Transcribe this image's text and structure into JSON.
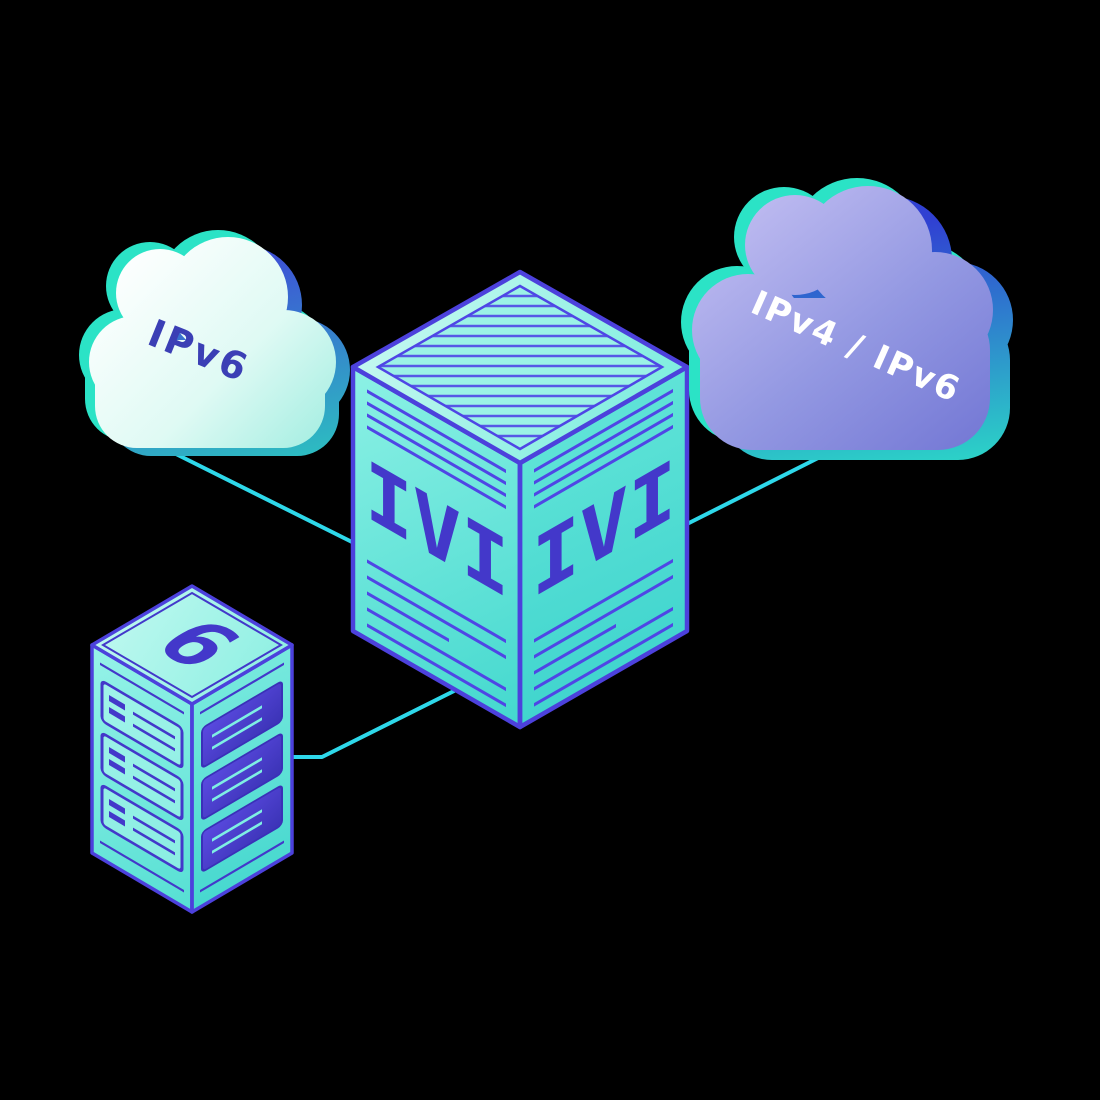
{
  "illustration": {
    "description": "Isometric network diagram: an IVI translator box connecting an IPv6 cloud, an IPv4/IPv6 cloud and an IPv6 server rack",
    "background_color": "#000000"
  },
  "palette": {
    "connector_cyan": "#2ED8EA",
    "indigo_detail": "#4338CA",
    "edge_indigo": "#4C41DC",
    "teal_accent": "#2BE3C6",
    "blue_accent": "#3D52D5",
    "cube_face_teal": "#46D9CF",
    "cloud_left_fill": "#FFFFFF",
    "cloud_right_fill": "#7B7FDB",
    "left_label_color": "#3B3FB5",
    "right_label_color": "#FFFFFF"
  },
  "nodes": {
    "left_cloud": {
      "label": "IPv6"
    },
    "right_cloud": {
      "label": "IPv4 / IPv6"
    },
    "translator_box": {
      "left_face_label": "IVI",
      "right_face_label": "IVI"
    },
    "server_rack": {
      "label": "6"
    }
  },
  "links": [
    {
      "from": "ipv6-cloud",
      "to": "ivi-translator-box"
    },
    {
      "from": "ipv4-ipv6-cloud",
      "to": "ivi-translator-box"
    },
    {
      "from": "ipv6-server-rack",
      "to": "ivi-translator-box"
    }
  ]
}
